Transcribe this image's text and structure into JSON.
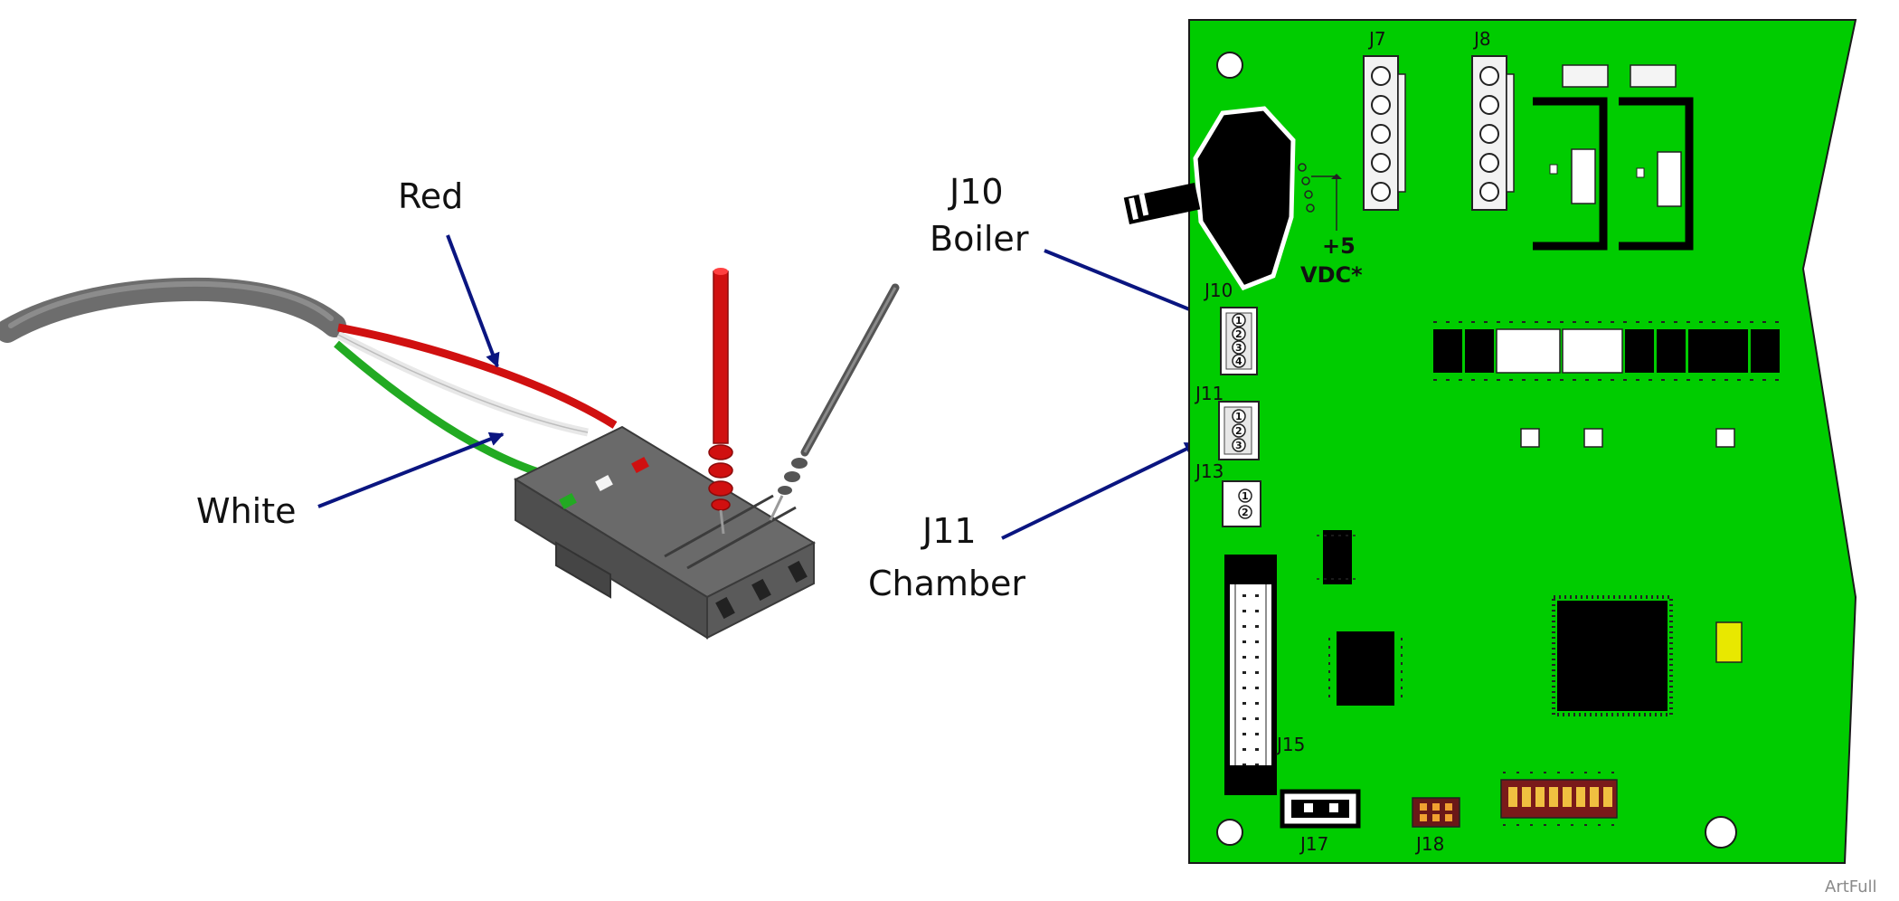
{
  "colors": {
    "board": "#00cc00",
    "board_edge": "#1a1a1a",
    "arrow": "#0a1580",
    "wire_red": "#d01010",
    "wire_green": "#22aa22",
    "wire_white": "#f4f4f4",
    "cable_gray": "#6d6d6d",
    "connector_body": "#5d5d5d"
  },
  "callouts": {
    "red": "Red",
    "white": "White",
    "j10_line1": "J10",
    "j10_line2": "Boiler",
    "j11_line1": "J11",
    "j11_line2": "Chamber"
  },
  "board_labels": {
    "j7": "J7",
    "j8": "J8",
    "j10": "J10",
    "j11": "J11",
    "j13": "J13",
    "j15": "J15",
    "j17": "J17",
    "j18": "J18",
    "vdc_line1": "+5",
    "vdc_line2": "VDC*"
  },
  "pin_numbers": {
    "j10": [
      "1",
      "2",
      "3",
      "4"
    ],
    "j11": [
      "1",
      "2",
      "3"
    ],
    "j13": [
      "1",
      "2"
    ]
  },
  "credit": "ArtFull"
}
